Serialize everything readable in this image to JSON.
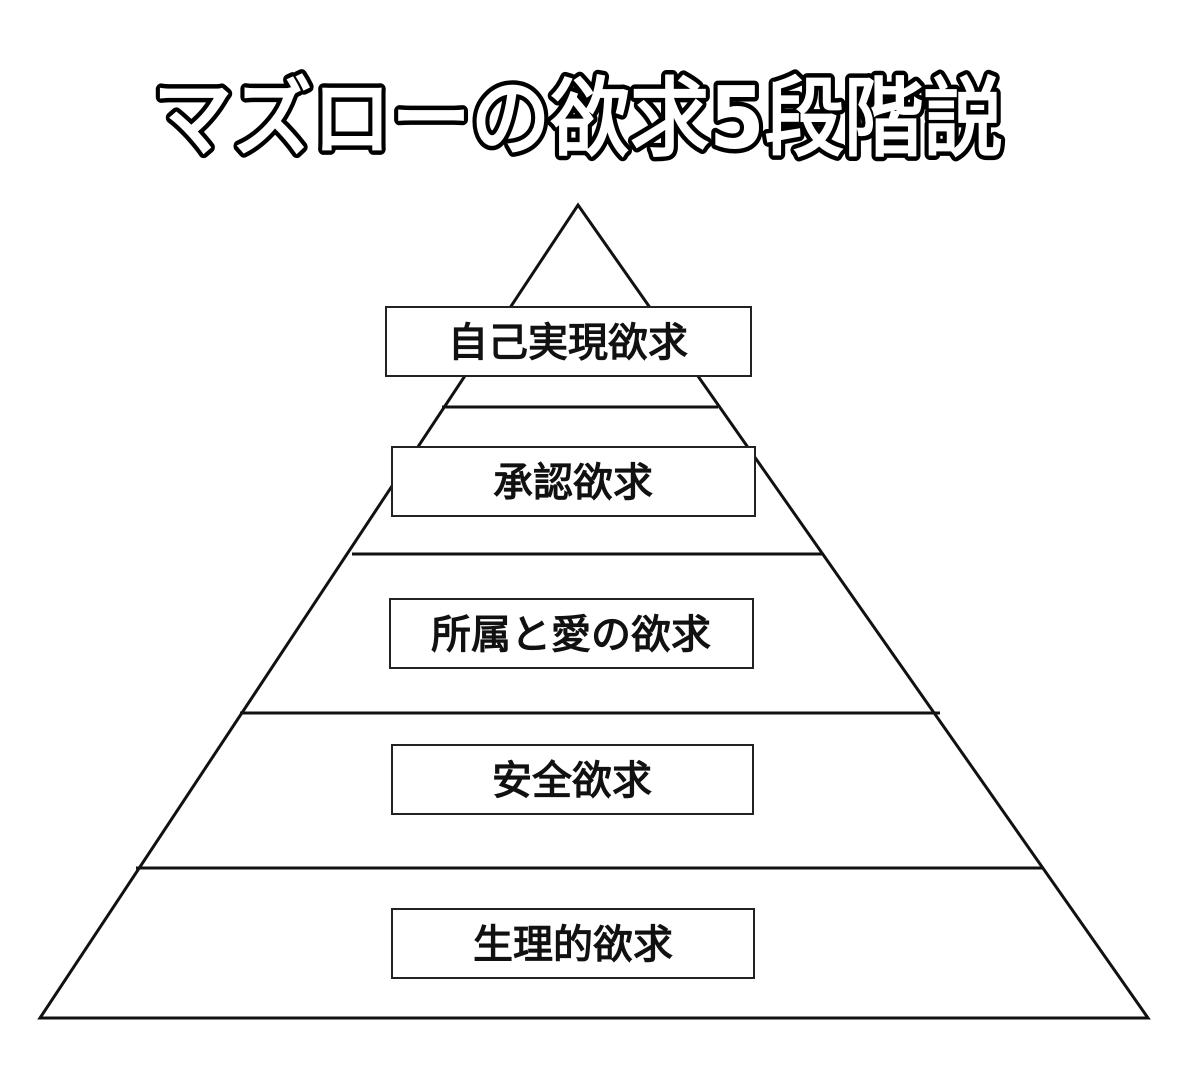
{
  "title": "マズローの欲求5段階説",
  "tiers": [
    {
      "label": "自己実現欲求"
    },
    {
      "label": "承認欲求"
    },
    {
      "label": "所属と愛の欲求"
    },
    {
      "label": "安全欲求"
    },
    {
      "label": "生理的欲求"
    }
  ]
}
